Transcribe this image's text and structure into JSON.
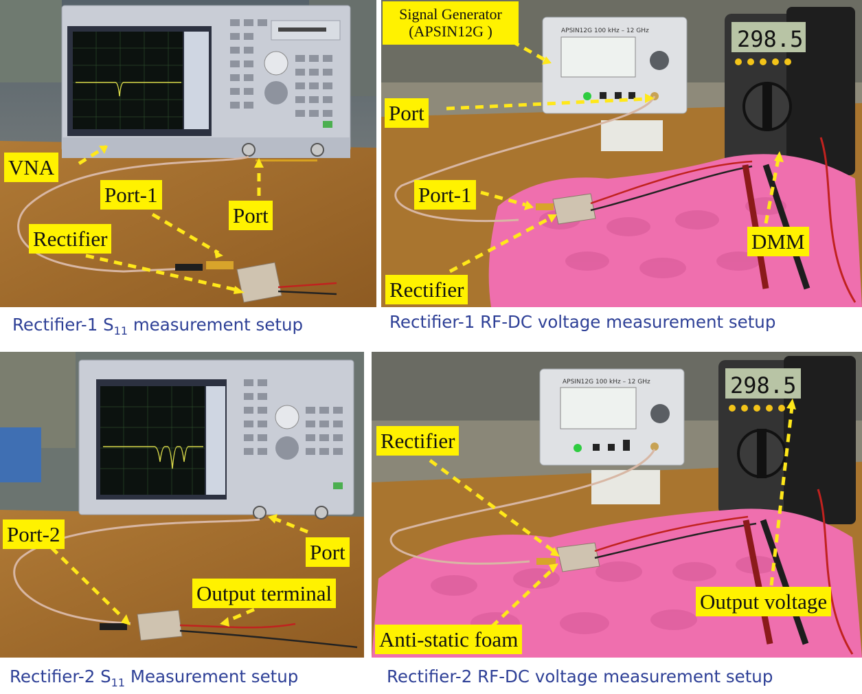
{
  "panels": {
    "top_left": {
      "caption_pre": "Rectifier-1 S",
      "caption_sub": "11",
      "caption_post": " measurement setup",
      "labels": {
        "vna": "VNA",
        "port1": "Port-1",
        "port": "Port",
        "rectifier": "Rectifier"
      }
    },
    "top_right": {
      "caption": "Rectifier-1 RF-DC voltage measurement setup",
      "labels": {
        "signal_generator": "Signal Generator (APSIN12G )",
        "port": "Port",
        "port1": "Port-1",
        "dmm": "DMM",
        "rectifier": "Rectifier"
      },
      "dmm_reading": "298.5",
      "siggen_model": "APSIN12G 100 kHz – 12 GHz"
    },
    "bottom_left": {
      "caption_pre": "Rectifier-2 S",
      "caption_sub": "11",
      "caption_post": " Measurement setup",
      "labels": {
        "port2": "Port-2",
        "port": "Port",
        "output_terminal": "Output terminal"
      }
    },
    "bottom_right": {
      "caption": "Rectifier-2 RF-DC voltage measurement setup",
      "labels": {
        "rectifier": "Rectifier",
        "output_voltage": "Output voltage",
        "anti_static_foam": "Anti-static foam"
      },
      "dmm_reading": "298.5",
      "siggen_model": "APSIN12G 100 kHz – 12 GHz"
    }
  },
  "colors": {
    "callout_bg": "#fff200",
    "arrow": "#ffe81a",
    "caption": "#2d3f96",
    "foam": "#ef6fae",
    "bench": "#a9752f"
  }
}
